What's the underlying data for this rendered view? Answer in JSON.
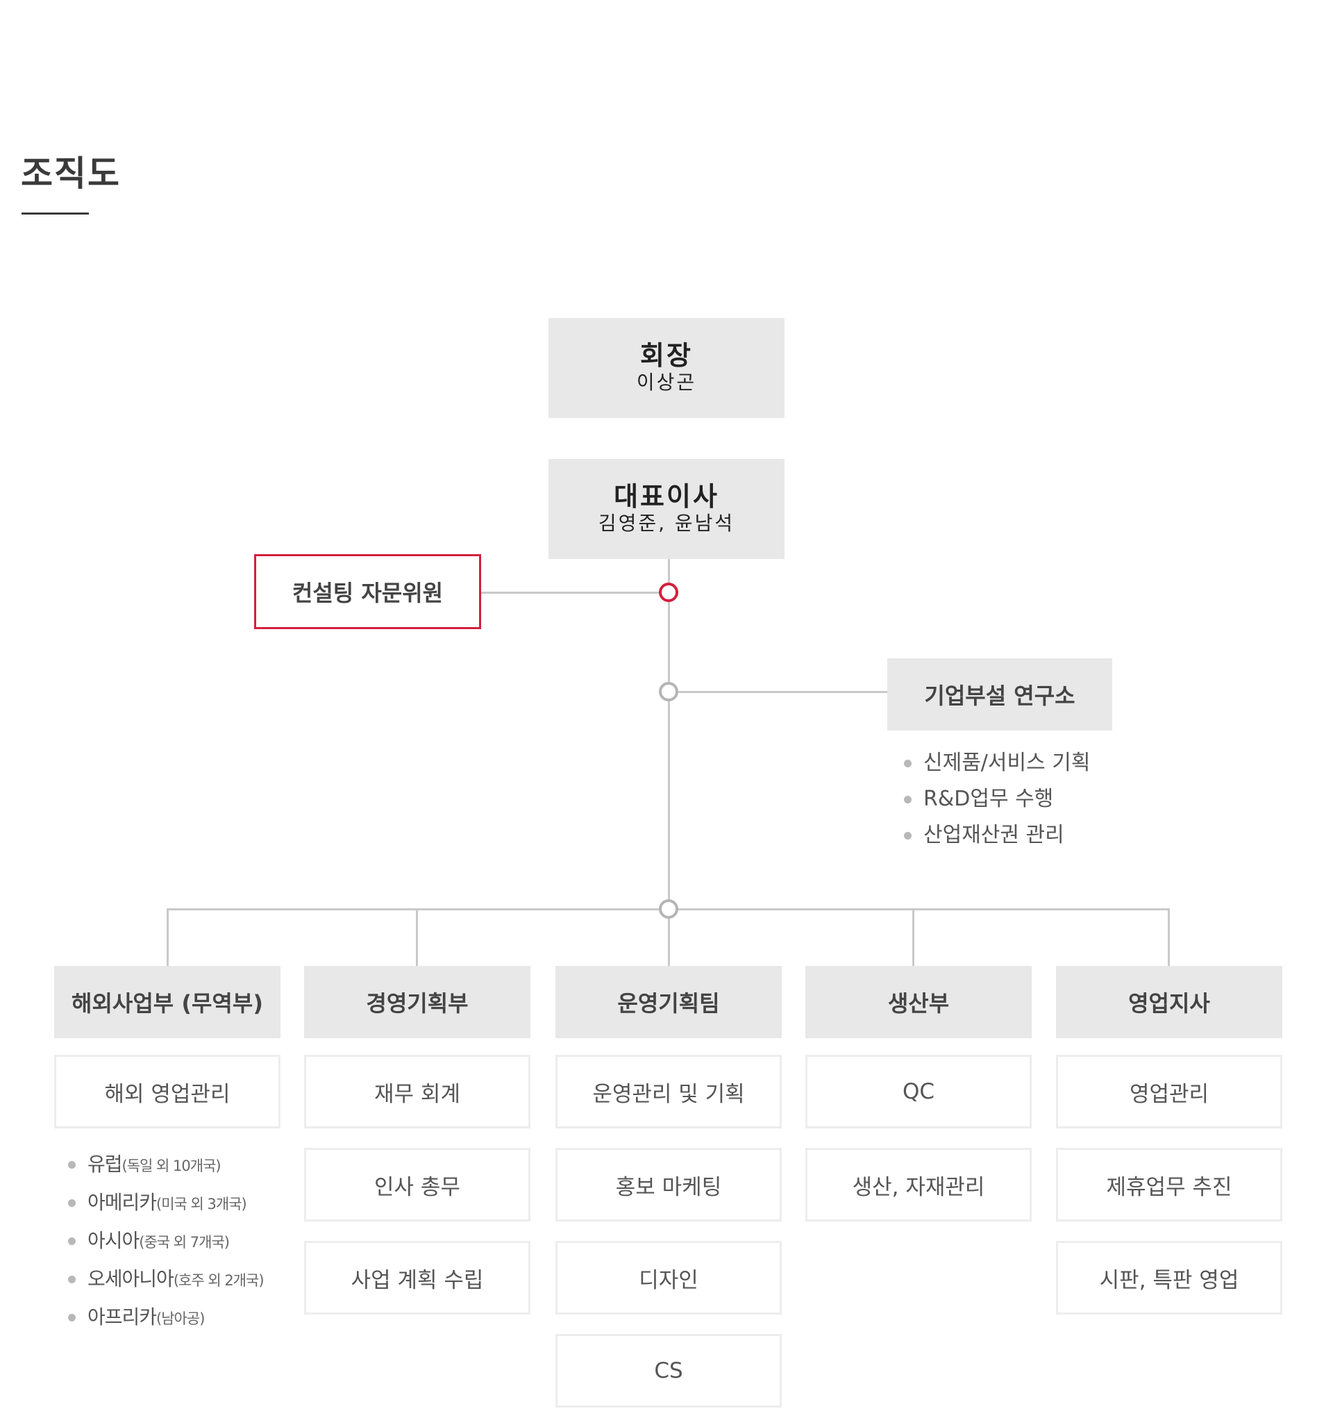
{
  "page": {
    "title": "조직도"
  },
  "chairman": {
    "title": "회장",
    "name": "이상곤"
  },
  "ceo": {
    "title": "대표이사",
    "name": "김영준, 윤남석"
  },
  "advisory": {
    "label": "컨설팅 자문위원"
  },
  "lab": {
    "label": "기업부설 연구소",
    "items": [
      "신제품/서비스 기획",
      "R&D업무 수행",
      "산업재산권 관리"
    ]
  },
  "departments": [
    {
      "name": "해외사업부 (무역부)",
      "units": [
        "해외 영업관리"
      ],
      "regions": [
        {
          "name": "유럽",
          "note": "(독일 외 10개국)"
        },
        {
          "name": "아메리카",
          "note": "(미국 외 3개국)"
        },
        {
          "name": "아시아",
          "note": "(중국 외 7개국)"
        },
        {
          "name": "오세아니아",
          "note": "(호주 외 2개국)"
        },
        {
          "name": "아프리카",
          "note": "(남아공)"
        }
      ]
    },
    {
      "name": "경영기획부",
      "units": [
        "재무 회계",
        "인사 총무",
        "사업 계획 수립"
      ]
    },
    {
      "name": "운영기획팀",
      "units": [
        "운영관리 및 기획",
        "홍보 마케팅",
        "디자인",
        "CS"
      ]
    },
    {
      "name": "생산부",
      "units": [
        "QC",
        "생산, 자재관리"
      ]
    },
    {
      "name": "영업지사",
      "units": [
        "영업관리",
        "제휴업무 추진",
        "시판, 특판 영업"
      ]
    }
  ],
  "colors": {
    "accent": "#d41f3d",
    "box_fill": "#e8e8e8",
    "line": "#c9c9c9"
  }
}
